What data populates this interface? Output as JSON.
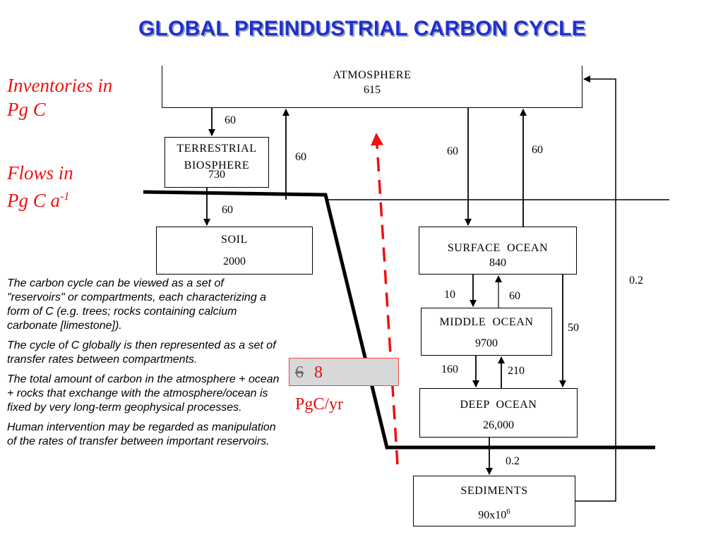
{
  "title": "GLOBAL PREINDUSTRIAL CARBON CYCLE",
  "legend": {
    "inventories_line1": "Inventories in",
    "inventories_line2": "Pg C",
    "flows_line1": "Flows in",
    "flows_line2": "Pg C a",
    "flows_exponent": "-1"
  },
  "reservoirs": {
    "atmosphere": {
      "name": "ATMOSPHERE",
      "amount": "615"
    },
    "terrestrial": {
      "name": "TERRESTRIAL\nBIOSPHERE",
      "amount": "730"
    },
    "soil": {
      "name": "SOIL",
      "amount": "2000"
    },
    "surface_ocean": {
      "name": "SURFACE  OCEAN",
      "amount": "840"
    },
    "middle_ocean": {
      "name": "MIDDLE  OCEAN",
      "amount": "9700"
    },
    "deep_ocean": {
      "name": "DEEP  OCEAN",
      "amount": "26,000"
    },
    "sediments": {
      "name": "SEDIMENTS",
      "amount_base": "90x10",
      "amount_exponent": "6"
    }
  },
  "flows": {
    "atm_to_terrestrial": "60",
    "terrestrial_to_atm": "60",
    "terrestrial_to_soil": "60",
    "atm_to_surface": "60",
    "surface_to_atm": "60",
    "surface_to_middle": "10",
    "middle_to_surface": "60",
    "surface_to_deep": "50",
    "middle_to_deep": "160",
    "deep_to_middle": "210",
    "deep_to_sediments": "0.2",
    "sediments_to_atm": "0.2"
  },
  "anthropogenic": {
    "old_value": "6",
    "new_value": "8",
    "unit": "PgC/yr"
  },
  "notes": [
    "The carbon cycle can be viewed as a set of \"reservoirs\" or compartments, each characterizing a form of C (e.g. trees; rocks containing calcium carbonate [limestone]).",
    "The cycle of C globally is then represented as a set of transfer rates between compartments.",
    "The total amount of carbon in the atmosphere + ocean + rocks that exchange with the atmosphere/ocean is fixed by very long-term geophysical processes.",
    "Human intervention may be regarded as manipulation of the rates of transfer between important reservoirs."
  ],
  "colors": {
    "title": "#1f2fd0",
    "legend": "#ee1111",
    "anthropogenic_arrow": "#ee1111"
  }
}
